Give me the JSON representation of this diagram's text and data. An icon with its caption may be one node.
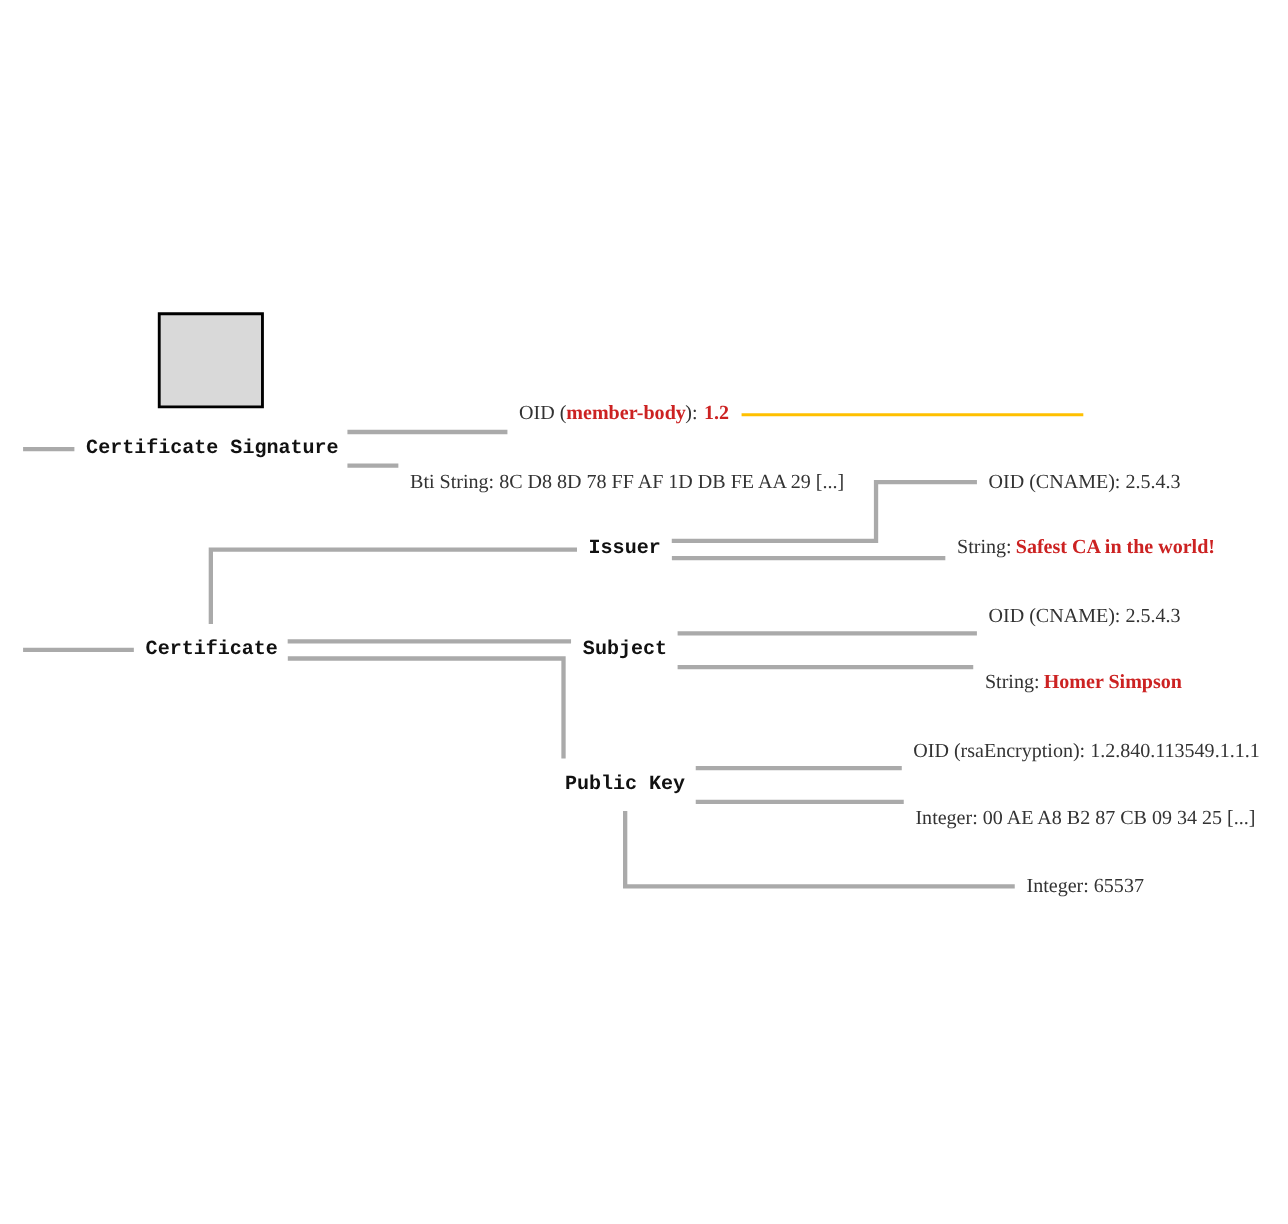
{
  "diagram": {
    "nodes": [
      {
        "text": [
          "Certificate"
        ]
      },
      {
        "text": [
          "Issuer"
        ]
      },
      {
        "text": [
          "OID (CNAME): 2.5.4.3"
        ]
      },
      {
        "text": [
          "String: **Safest CA in the world!**"
        ]
      },
      {
        "text": [
          "Subject"
        ]
      },
      {
        "text": [
          "OID (CNAME): 2.5.4.3"
        ]
      },
      {
        "text": [
          "String: **Homer Simpson**"
        ]
      },
      {
        "text": [
          "Public Key"
        ]
      },
      {
        "text": [
          "OID (rsaEncryption): 1.2.840.113549.1.1.1"
        ]
      },
      {
        "text": [
          "Integer: 00 AE A8 B2 87 CB 09 34 25 [...]"
        ]
      },
      {
        "text": [
          "Integer: 65537"
        ]
      },
      {
        "text": [
          "Certificate Signature"
        ]
      },
      {
        "text": [
          "OID (**member-body**): **1.2**"
        ]
      },
      {
        "text": [
          "Bti String: 8C D8 8D 78 FF AF 1D DB FE AA 29 [...]"
        ]
      },
      {
        "text": [],
        "shape": "box"
      }
    ],
    "edges": [
      {
        "from": null,
        "to": 0,
        "arrow": "none"
      },
      {
        "from": 0,
        "to": 1,
        "arrow": "none"
      },
      {
        "from": 1,
        "to": 2,
        "arrow": "none"
      },
      {
        "from": 1,
        "to": 3,
        "arrow": "none"
      },
      {
        "from": 0,
        "to": 4,
        "arrow": "none"
      },
      {
        "from": 4,
        "to": 5,
        "arrow": "none"
      },
      {
        "from": 4,
        "to": 6,
        "arrow": "none"
      },
      {
        "from": 0,
        "to": 7,
        "arrow": "none"
      },
      {
        "from": 7,
        "to": 8,
        "arrow": "none"
      },
      {
        "from": 7,
        "to": 9,
        "arrow": "none"
      },
      {
        "from": 7,
        "to": 10,
        "arrow": "none"
      },
      {
        "from": null,
        "to": 11,
        "arrow": "none"
      },
      {
        "from": 11,
        "to": 12,
        "arrow": "none"
      },
      {
        "from": 11,
        "to": 13,
        "arrow": "none"
      },
      {
        "from": null,
        "to": 12,
        "arrow": "none",
        "color": "#ffc000"
      }
    ]
  }
}
